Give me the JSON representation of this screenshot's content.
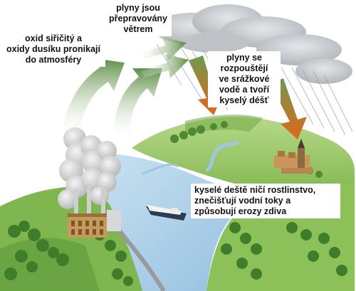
{
  "labels": {
    "emission": [
      "oxid siřičitý a",
      "oxidy dusíku pronikají",
      "do atmosféry"
    ],
    "transport": [
      "plyny jsou",
      "přepravovány",
      "větrem"
    ],
    "dissolve": [
      "plyny se",
      "rozpouštějí",
      "ve srážkové",
      "vodě a tvoří",
      "kyselý déšť"
    ],
    "damage": [
      "kyselé deště ničí rostlinstvo,",
      "znečišťují vodní toky a",
      "způsobují erozy zdiva"
    ]
  },
  "colors": {
    "sky": "#ffffff",
    "land": "#8fc25a",
    "land_dark": "#5f9a3a",
    "water": "#a9cde6",
    "cloud": "#c9cdd2",
    "smoke": "#d9d9d9",
    "arrow_green": "#6e9a52",
    "arrow_orange": "#e06a1a",
    "factory": "#b98a4e"
  },
  "icons": [
    "factory-icon",
    "ship-icon",
    "church-icon",
    "cloud-icon",
    "tree-icon"
  ]
}
